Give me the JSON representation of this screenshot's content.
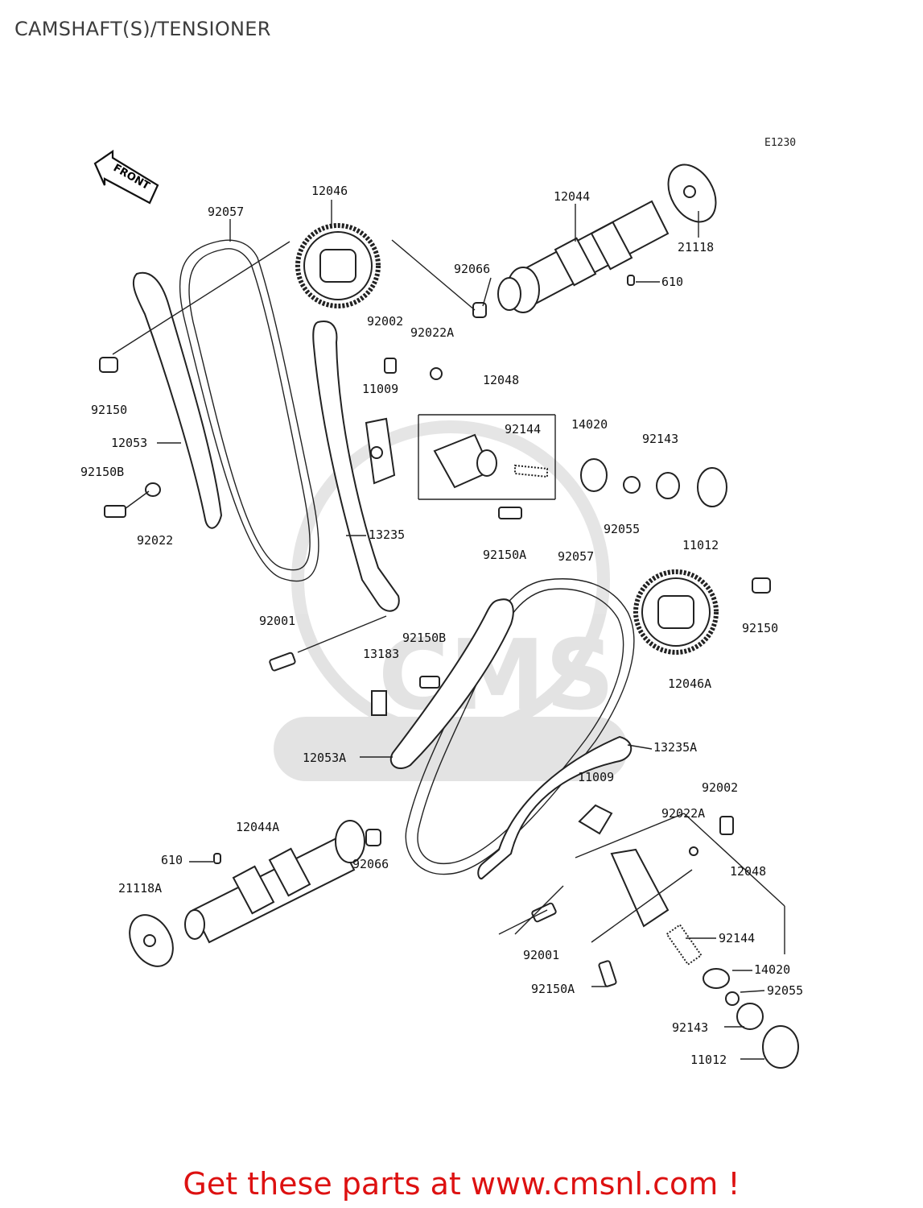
{
  "title": "CAMSHAFT(S)/TENSIONER",
  "diagram_code": "E1230",
  "front_marker": "FRONT",
  "labels": [
    "92057",
    "12046",
    "12044",
    "21118",
    "610",
    "92066",
    "92002",
    "92022A",
    "11009",
    "12048",
    "92144",
    "14020",
    "92143",
    "92150",
    "12053",
    "92150B",
    "92022",
    "92055",
    "11012",
    "92150A",
    "13235",
    "92001",
    "92057",
    "92150B",
    "13183",
    "12053A",
    "92150",
    "12046A",
    "13235A",
    "11009",
    "92002",
    "92022A",
    "12044A",
    "610",
    "21118A",
    "92066",
    "12048",
    "92144",
    "92001",
    "14020",
    "92055",
    "92150A",
    "92143",
    "11012"
  ],
  "watermark": "CMS",
  "promo": "Get these parts at www.cmsnl.com !"
}
